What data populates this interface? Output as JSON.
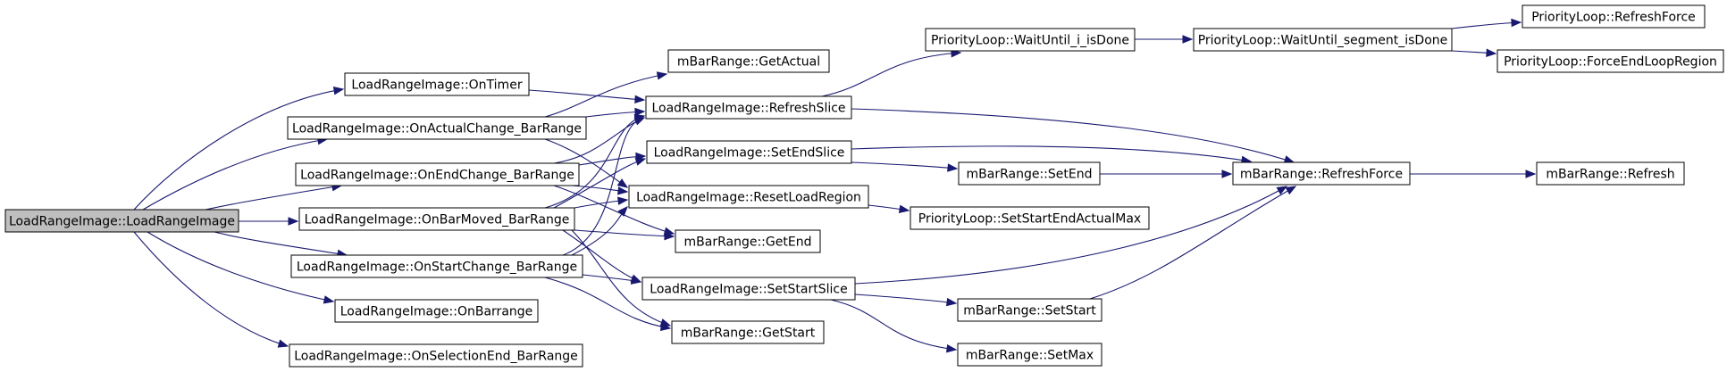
{
  "nodes": [
    {
      "id": "n0",
      "label": "LoadRangeImage::LoadRangeImage",
      "root": true
    },
    {
      "id": "n1",
      "label": "LoadRangeImage::OnTimer"
    },
    {
      "id": "n2",
      "label": "LoadRangeImage::OnActualChange_BarRange"
    },
    {
      "id": "n3",
      "label": "LoadRangeImage::OnEndChange_BarRange"
    },
    {
      "id": "n4",
      "label": "LoadRangeImage::OnBarMoved_BarRange"
    },
    {
      "id": "n5",
      "label": "LoadRangeImage::OnStartChange_BarRange"
    },
    {
      "id": "n6",
      "label": "LoadRangeImage::OnBarrange"
    },
    {
      "id": "n7",
      "label": "LoadRangeImage::OnSelectionEnd_BarRange"
    },
    {
      "id": "n8",
      "label": "mBarRange::GetActual"
    },
    {
      "id": "n9",
      "label": "LoadRangeImage::RefreshSlice"
    },
    {
      "id": "n10",
      "label": "LoadRangeImage::SetEndSlice"
    },
    {
      "id": "n11",
      "label": "LoadRangeImage::ResetLoadRegion"
    },
    {
      "id": "n12",
      "label": "mBarRange::GetEnd"
    },
    {
      "id": "n13",
      "label": "LoadRangeImage::SetStartSlice"
    },
    {
      "id": "n14",
      "label": "mBarRange::GetStart"
    },
    {
      "id": "n15",
      "label": "PriorityLoop::WaitUntil_i_isDone"
    },
    {
      "id": "n16",
      "label": "mBarRange::SetEnd"
    },
    {
      "id": "n17",
      "label": "PriorityLoop::SetStartEndActualMax"
    },
    {
      "id": "n18",
      "label": "mBarRange::SetStart"
    },
    {
      "id": "n19",
      "label": "mBarRange::SetMax"
    },
    {
      "id": "n20",
      "label": "PriorityLoop::WaitUntil_segment_isDone"
    },
    {
      "id": "n21",
      "label": "mBarRange::RefreshForce"
    },
    {
      "id": "n22",
      "label": "PriorityLoop::RefreshForce"
    },
    {
      "id": "n23",
      "label": "PriorityLoop::ForceEndLoopRegion"
    },
    {
      "id": "n24",
      "label": "mBarRange::Refresh"
    }
  ],
  "edges": [
    {
      "from": "n0",
      "to": "n1"
    },
    {
      "from": "n0",
      "to": "n2"
    },
    {
      "from": "n0",
      "to": "n3"
    },
    {
      "from": "n0",
      "to": "n4"
    },
    {
      "from": "n0",
      "to": "n5"
    },
    {
      "from": "n0",
      "to": "n6"
    },
    {
      "from": "n0",
      "to": "n7"
    },
    {
      "from": "n1",
      "to": "n9"
    },
    {
      "from": "n2",
      "to": "n8"
    },
    {
      "from": "n2",
      "to": "n9"
    },
    {
      "from": "n2",
      "to": "n11"
    },
    {
      "from": "n3",
      "to": "n9"
    },
    {
      "from": "n3",
      "to": "n10"
    },
    {
      "from": "n3",
      "to": "n11"
    },
    {
      "from": "n3",
      "to": "n12"
    },
    {
      "from": "n4",
      "to": "n9"
    },
    {
      "from": "n4",
      "to": "n10"
    },
    {
      "from": "n4",
      "to": "n11"
    },
    {
      "from": "n4",
      "to": "n12"
    },
    {
      "from": "n4",
      "to": "n13"
    },
    {
      "from": "n4",
      "to": "n14"
    },
    {
      "from": "n5",
      "to": "n9"
    },
    {
      "from": "n5",
      "to": "n11"
    },
    {
      "from": "n5",
      "to": "n13"
    },
    {
      "from": "n5",
      "to": "n14"
    },
    {
      "from": "n9",
      "to": "n15"
    },
    {
      "from": "n9",
      "to": "n21"
    },
    {
      "from": "n10",
      "to": "n16"
    },
    {
      "from": "n10",
      "to": "n21"
    },
    {
      "from": "n11",
      "to": "n17"
    },
    {
      "from": "n13",
      "to": "n18"
    },
    {
      "from": "n13",
      "to": "n19"
    },
    {
      "from": "n13",
      "to": "n21"
    },
    {
      "from": "n15",
      "to": "n20"
    },
    {
      "from": "n16",
      "to": "n21"
    },
    {
      "from": "n18",
      "to": "n21"
    },
    {
      "from": "n20",
      "to": "n22"
    },
    {
      "from": "n20",
      "to": "n23"
    },
    {
      "from": "n21",
      "to": "n24"
    }
  ]
}
